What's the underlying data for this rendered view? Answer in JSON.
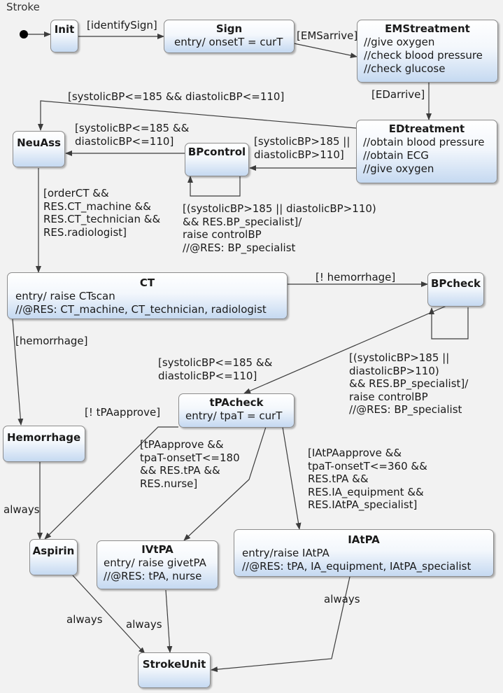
{
  "diagram_title": "Stroke",
  "states": {
    "init": {
      "name": "Init"
    },
    "sign": {
      "name": "Sign",
      "body": "entry/ onsetT = curT"
    },
    "emstreatment": {
      "name": "EMStreatment",
      "body": "//give oxygen\n//check blood pressure\n//check glucose"
    },
    "edtreatment": {
      "name": "EDtreatment",
      "body": "//obtain blood pressure\n//obtain ECG\n//give oxygen"
    },
    "neuass": {
      "name": "NeuAss"
    },
    "bpcontrol": {
      "name": "BPcontrol"
    },
    "ct": {
      "name": "CT",
      "body": "entry/ raise CTscan\n//@RES: CT_machine, CT_technician, radiologist"
    },
    "bpcheck": {
      "name": "BPcheck"
    },
    "tpacheck": {
      "name": "tPAcheck",
      "body": "entry/ tpaT = curT"
    },
    "hemorrhage": {
      "name": "Hemorrhage"
    },
    "aspirin": {
      "name": "Aspirin"
    },
    "ivtpa": {
      "name": "IVtPA",
      "body": "entry/ raise givetPA\n//@RES: tPA, nurse"
    },
    "iatpa": {
      "name": "IAtPA",
      "body": "entry/raise IAtPA\n//@RES: tPA, IA_equipment, IAtPA_specialist"
    },
    "strokeunit": {
      "name": "StrokeUnit"
    }
  },
  "transitions": {
    "identify_sign": "[identifySign]",
    "ems_arrive": "[EMSarrive]",
    "ed_arrive": "[EDarrive]",
    "ed_to_neuass": "[systolicBP<=185 && diastolicBP<=110]",
    "bpcontrol_to_neuass": "[systolicBP<=185 &&\ndiastolicBP<=110]",
    "ed_to_bpcontrol": "[systolicBP>185 ||\ndiastolicBP>110]",
    "bpcontrol_self": "[(systolicBP>185 || diastolicBP>110)\n&& RES.BP_specialist]/\nraise controlBP\n//@RES: BP_specialist",
    "neuass_to_ct": "[orderCT &&\nRES.CT_machine &&\nRES.CT_technician &&\nRES.radiologist]",
    "ct_to_bpcheck": "[! hemorrhage]",
    "ct_to_hemorrhage": "[hemorrhage]",
    "bpcheck_to_tpacheck": "[systolicBP<=185 &&\ndiastolicBP<=110]",
    "bpcheck_self": "[(systolicBP>185 ||\ndiastolicBP>110)\n&& RES.BP_specialist]/\nraise controlBP\n//@RES: BP_specialist",
    "tpacheck_to_aspirin": "[! tPAapprove]",
    "tpacheck_to_ivtpa": "[tPAapprove &&\ntpaT-onsetT<=180\n&& RES.tPA &&\nRES.nurse]",
    "tpacheck_to_iatpa": "[IAtPAapprove &&\ntpaT-onsetT<=360 &&\nRES.tPA &&\nRES.IA_equipment &&\nRES.IAtPA_specialist]",
    "hemorrhage_to_aspirin": "always",
    "aspirin_to_strokeunit": "always",
    "ivtpa_to_strokeunit": "always",
    "iatpa_to_strokeunit": "always"
  },
  "colors": {
    "background": "#f2f2f2",
    "state_border": "#8c8c8c",
    "state_fill_top": "#ffffff",
    "state_fill_bottom": "#c5d9f1",
    "edge": "#3c3c3c"
  }
}
